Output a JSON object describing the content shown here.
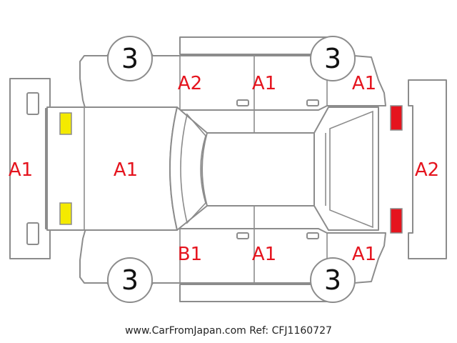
{
  "colors": {
    "outline": "#8c8c8c",
    "damage_code": "#e5141e",
    "front_lamp": "#f4ea00",
    "rear_lamp": "#e5141e"
  },
  "condition_codes": {
    "front_bumper": "A1",
    "hood": "A1",
    "left_front_fender": "A2",
    "left_rear_door": "A1",
    "left_rear_quarter": "A1",
    "right_front_fender": "B1",
    "right_rear_door": "A1",
    "right_rear_quarter": "A1",
    "rear_bumper": "A2"
  },
  "tires": {
    "left_front": "3",
    "left_rear": "3",
    "right_front": "3",
    "right_rear": "3"
  },
  "footer": "www.CarFromJapan.com Ref: CFJ1160727"
}
